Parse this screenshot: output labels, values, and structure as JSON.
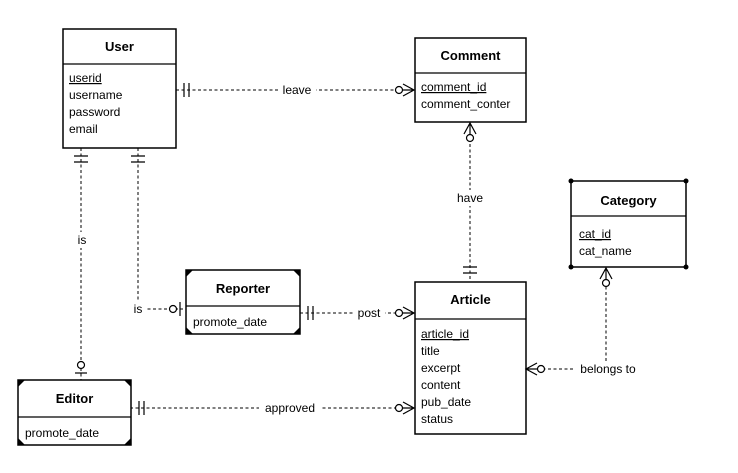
{
  "diagram": {
    "entities": {
      "user": {
        "name": "User",
        "attributes": [
          "userid",
          "username",
          "password",
          "email"
        ],
        "keys": [
          "userid"
        ]
      },
      "comment": {
        "name": "Comment",
        "attributes": [
          "comment_id",
          "comment_conter"
        ],
        "keys": [
          "comment_id"
        ]
      },
      "category": {
        "name": "Category",
        "attributes": [
          "cat_id",
          "cat_name"
        ],
        "keys": [
          "cat_id"
        ]
      },
      "reporter": {
        "name": "Reporter",
        "attributes": [
          "promote_date"
        ],
        "keys": []
      },
      "article": {
        "name": "Article",
        "attributes": [
          "article_id",
          "title",
          "excerpt",
          "content",
          "pub_date",
          "status"
        ],
        "keys": [
          "article_id"
        ]
      },
      "editor": {
        "name": "Editor",
        "attributes": [
          "promote_date"
        ],
        "keys": []
      }
    },
    "relationships": {
      "leave": "leave",
      "have": "have",
      "is_editor": "is",
      "is_reporter": "is",
      "post": "post",
      "approved": "approved",
      "belongs_to": "belongs to"
    }
  }
}
